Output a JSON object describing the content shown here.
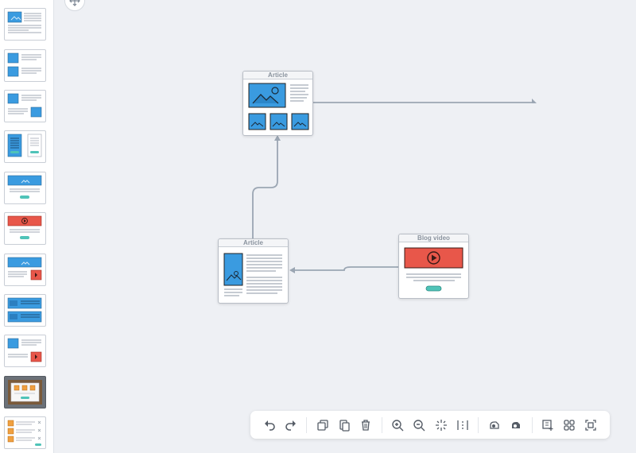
{
  "app": {
    "colors": {
      "accent_blue": "#3a9be0",
      "video_red": "#e8574a",
      "button_teal": "#4fc3b8",
      "connector": "#9ba6b3",
      "selected_thumb": "#6b7178"
    }
  },
  "sidebar": {
    "templates": [
      {
        "name": "image-left-text",
        "selected": false
      },
      {
        "name": "two-images-text",
        "selected": false
      },
      {
        "name": "image-text-image",
        "selected": false
      },
      {
        "name": "two-column-document",
        "selected": false
      },
      {
        "name": "image-banner-button",
        "selected": false
      },
      {
        "name": "video-banner-button",
        "selected": false
      },
      {
        "name": "image-and-video",
        "selected": false
      },
      {
        "name": "two-image-rows",
        "selected": false
      },
      {
        "name": "image-text-video",
        "selected": false
      },
      {
        "name": "gallery-popup",
        "selected": true
      },
      {
        "name": "checklist",
        "selected": false
      }
    ]
  },
  "canvas": {
    "nodes": [
      {
        "id": "article-top",
        "title": "Article",
        "icon": "gallery-article-icon"
      },
      {
        "id": "article-bottom",
        "title": "Article",
        "icon": "document-article-icon"
      },
      {
        "id": "blog-video",
        "title": "Blog video",
        "icon": "video-play-icon"
      }
    ],
    "connections": [
      {
        "from": "article-bottom",
        "to": "article-top"
      },
      {
        "from": "blog-video",
        "to": "article-bottom"
      },
      {
        "from": "article-top",
        "to": "unconnected"
      }
    ]
  },
  "toolbar": {
    "groups": [
      [
        "undo-icon",
        "redo-icon"
      ],
      [
        "duplicate-icon",
        "paste-icon",
        "delete-icon"
      ],
      [
        "zoom-in-icon",
        "zoom-out-icon",
        "auto-layout-icon",
        "align-icon"
      ],
      [
        "theme-light-icon",
        "theme-dark-icon"
      ],
      [
        "add-frame-icon",
        "group-icon",
        "fit-screen-icon"
      ]
    ]
  }
}
